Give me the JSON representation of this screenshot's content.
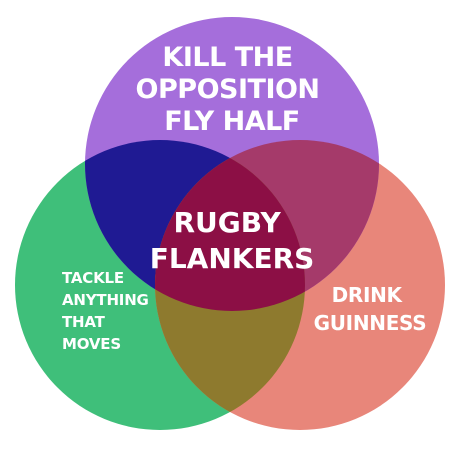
{
  "diagram": {
    "type": "venn",
    "sets": [
      {
        "id": "top",
        "lines": [
          "KILL THE",
          "OPPOSITION",
          "FLY HALF"
        ],
        "color": "#A56EDB"
      },
      {
        "id": "left",
        "lines": [
          "TACKLE",
          "ANYTHING",
          "THAT",
          "MOVES"
        ],
        "color": "#3FBF7A"
      },
      {
        "id": "right",
        "lines": [
          "DRINK",
          "GUINNESS"
        ],
        "color": "#E8867A"
      }
    ],
    "intersections": {
      "top_left": "#1F1A93",
      "top_right": "#A53A6A",
      "left_right": "#8E7A2E",
      "all": "#8C0F45"
    },
    "center": {
      "lines": [
        "RUGBY",
        "FLANKERS"
      ]
    },
    "text_color": "#FFFFFF"
  }
}
